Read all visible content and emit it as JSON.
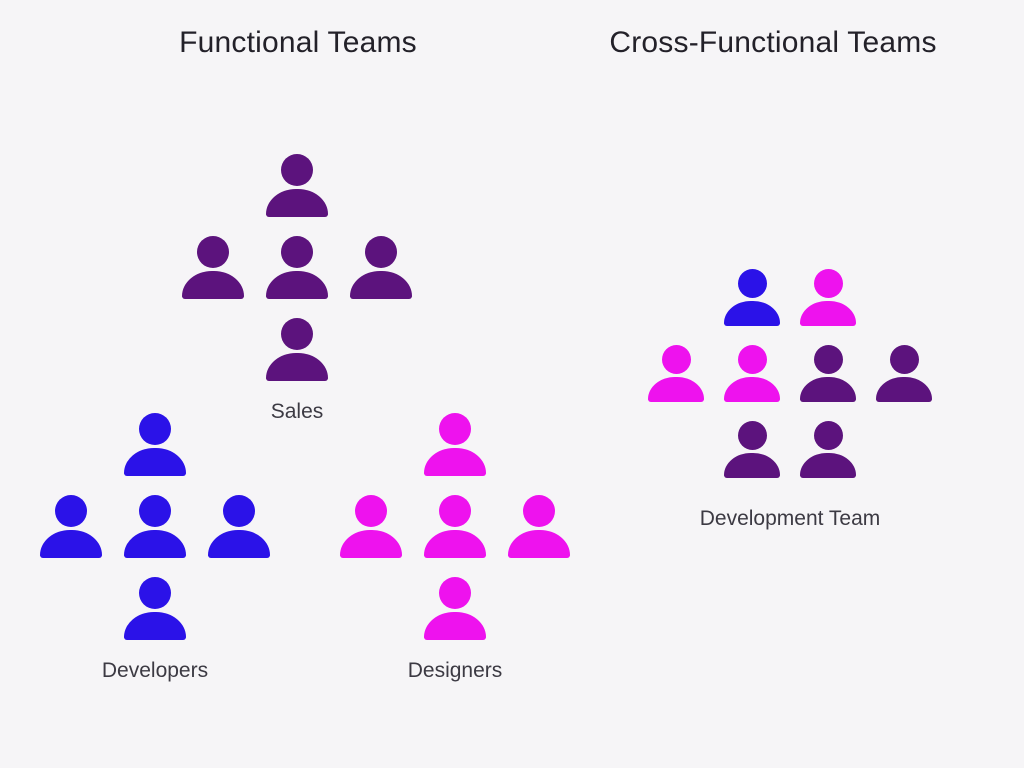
{
  "titles": {
    "left": "Functional Teams",
    "right": "Cross-Functional Teams"
  },
  "colors": {
    "purple": "#5C137D",
    "blue": "#2B12E8",
    "magenta": "#EE12EE",
    "background": "#F6F5F7",
    "title_text": "#232129",
    "label_text": "#3C3A43"
  },
  "clusters": [
    {
      "id": "sales",
      "label": "Sales",
      "rows": [
        [
          "purple"
        ],
        [
          "purple",
          "purple",
          "purple"
        ],
        [
          "purple"
        ]
      ]
    },
    {
      "id": "developers",
      "label": "Developers",
      "rows": [
        [
          "blue"
        ],
        [
          "blue",
          "blue",
          "blue"
        ],
        [
          "blue"
        ]
      ]
    },
    {
      "id": "designers",
      "label": "Designers",
      "rows": [
        [
          "magenta"
        ],
        [
          "magenta",
          "magenta",
          "magenta"
        ],
        [
          "magenta"
        ]
      ]
    },
    {
      "id": "development-team",
      "label": "Development Team",
      "rows": [
        [
          "blue",
          "magenta"
        ],
        [
          "magenta",
          "magenta",
          "purple",
          "purple"
        ],
        [
          "purple",
          "purple"
        ]
      ]
    }
  ]
}
